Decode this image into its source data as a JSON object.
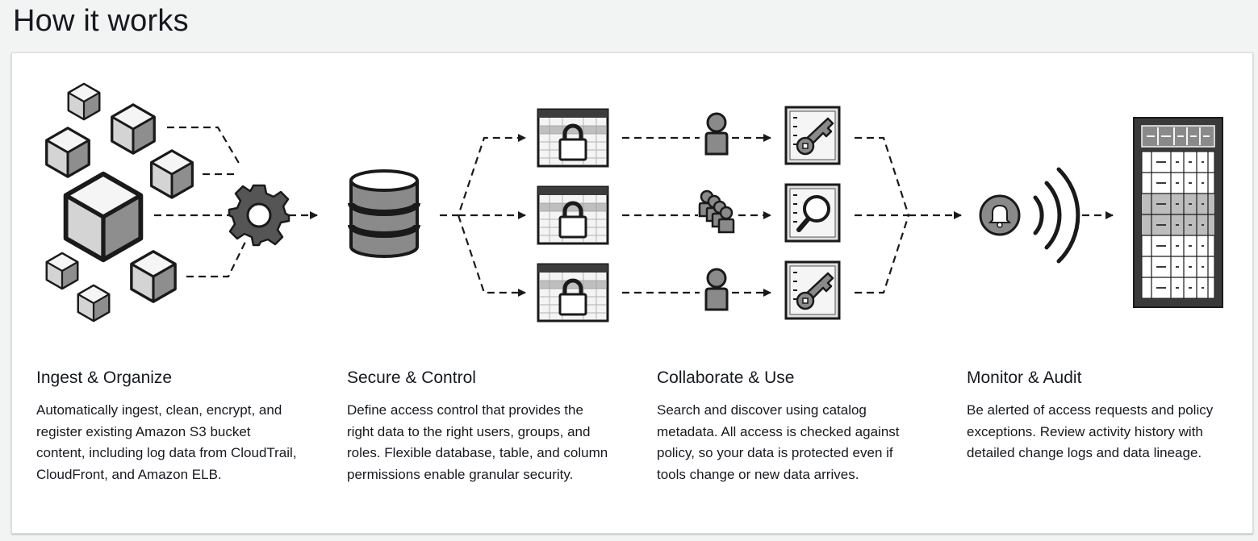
{
  "page": {
    "title": "How it works"
  },
  "steps": [
    {
      "title": "Ingest & Organize",
      "description": "Automatically ingest, clean, encrypt, and register existing Amazon S3 bucket content, including log data from CloudTrail, CloudFront, and Amazon ELB."
    },
    {
      "title": "Secure & Control",
      "description": "Define access control that provides the right data to the right users, groups, and roles. Flexible database, table, and column permissions enable granular security."
    },
    {
      "title": "Collaborate & Use",
      "description": "Search and discover using catalog metadata. All access is checked against policy, so your data is protected even if tools change or new data arrives."
    },
    {
      "title": "Monitor & Audit",
      "description": "Be alerted of access requests and policy exceptions. Review activity history with detailed change logs and data lineage."
    }
  ],
  "icons": [
    "cube-icon",
    "gear-icon",
    "database-icon",
    "locked-table-icon",
    "user-icon",
    "group-icon",
    "key-policy-icon",
    "search-catalog-icon",
    "bell-alert-icon",
    "audit-log-icon"
  ],
  "colors": {
    "page_background": "#f2f3f3",
    "card_background": "#ffffff",
    "icon_dark": "#232f3e",
    "icon_gray": "#8d8d8d",
    "text": "#16191f"
  }
}
